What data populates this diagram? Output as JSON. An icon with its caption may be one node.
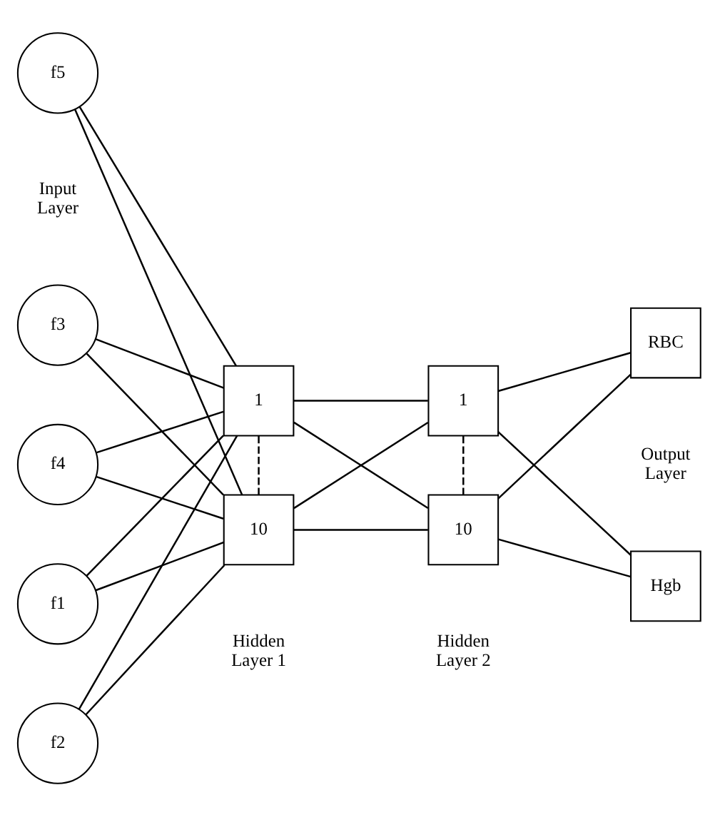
{
  "diagram": {
    "nodes": [
      {
        "text": [
          "f1"
        ]
      },
      {
        "text": [
          "f2"
        ]
      },
      {
        "text": [
          "f3"
        ]
      },
      {
        "text": [
          "f4"
        ]
      },
      {
        "text": [
          "f5"
        ]
      },
      {
        "text": [
          "1"
        ]
      },
      {
        "text": [
          "10"
        ]
      },
      {
        "text": [
          "1"
        ]
      },
      {
        "text": [
          "10"
        ]
      },
      {
        "text": [
          "Hgb"
        ]
      },
      {
        "text": [
          "RBC"
        ]
      }
    ],
    "edges": [
      {
        "from": 0,
        "to": 5,
        "arrow": "none"
      },
      {
        "from": 0,
        "to": 6,
        "arrow": "none"
      },
      {
        "from": 1,
        "to": 5,
        "arrow": "none"
      },
      {
        "from": 1,
        "to": 6,
        "arrow": "none"
      },
      {
        "from": 2,
        "to": 5,
        "arrow": "none"
      },
      {
        "from": 2,
        "to": 6,
        "arrow": "none"
      },
      {
        "from": 3,
        "to": 5,
        "arrow": "none"
      },
      {
        "from": 3,
        "to": 6,
        "arrow": "none"
      },
      {
        "from": 4,
        "to": 5,
        "arrow": "none"
      },
      {
        "from": 4,
        "to": 6,
        "arrow": "none"
      },
      {
        "from": 5,
        "to": 6,
        "arrow": "none",
        "style": "dashed"
      },
      {
        "from": 5,
        "to": 7,
        "arrow": "none"
      },
      {
        "from": 5,
        "to": 8,
        "arrow": "none"
      },
      {
        "from": 6,
        "to": 7,
        "arrow": "none"
      },
      {
        "from": 6,
        "to": 8,
        "arrow": "none"
      },
      {
        "from": 7,
        "to": 8,
        "arrow": "none",
        "style": "dashed"
      },
      {
        "from": 7,
        "to": 9,
        "arrow": "none"
      },
      {
        "from": 7,
        "to": 10,
        "arrow": "none"
      },
      {
        "from": 8,
        "to": 9,
        "arrow": "none"
      },
      {
        "from": 8,
        "to": 10,
        "arrow": "none"
      }
    ],
    "labels": [
      "Input Layer",
      "Hidden Layer 1",
      "Hidden Layer 2",
      "Output Layer"
    ]
  }
}
